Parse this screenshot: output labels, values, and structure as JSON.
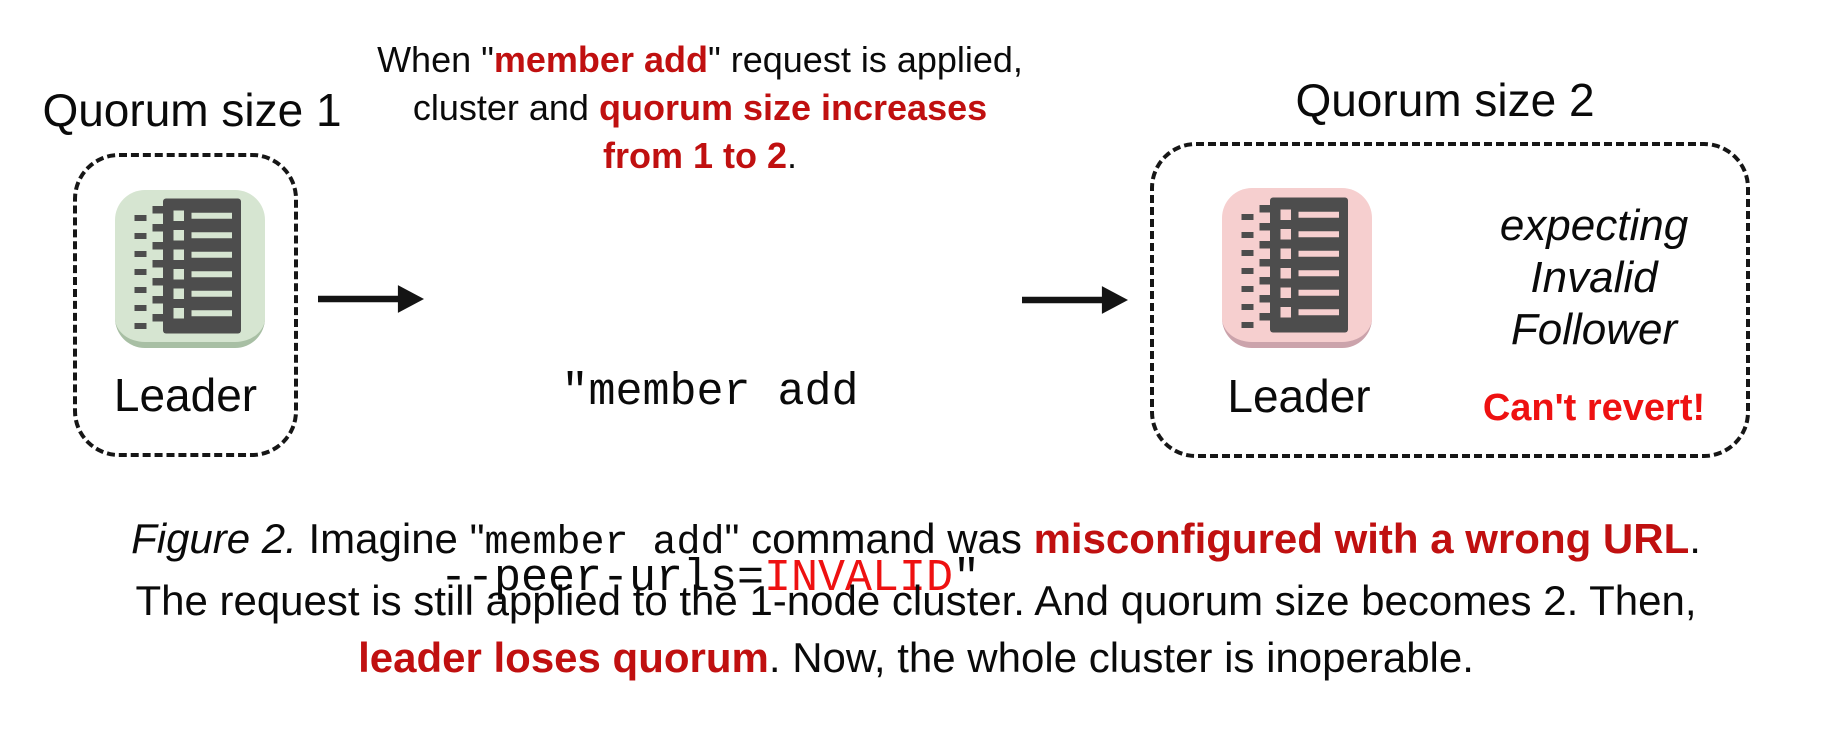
{
  "colors": {
    "text": "#0a0a0a",
    "emphasis_red": "#c01010",
    "bright_red": "#ee1111",
    "node_green_bg": "#d6e5d1",
    "node_green_edge": "#a8bfa4",
    "node_pink_bg": "#f6cfcf",
    "node_pink_edge": "#cba3ab",
    "glyph": "#4d4d4d"
  },
  "top_note": {
    "line1_prefix": "When \"",
    "line1_emphasis": "member add",
    "line1_suffix": "\" request is applied,",
    "line2_prefix": "cluster and ",
    "line2_emphasis": "quorum size increases",
    "line3_emphasis": "from 1 to 2",
    "line3_suffix": "."
  },
  "left_cluster": {
    "title": "Quorum size 1",
    "node_label": "Leader"
  },
  "command": {
    "line1": "\"member add",
    "line2_prefix": "--peer-urls=",
    "line2_highlight": "INVALID",
    "line2_suffix": "\""
  },
  "right_cluster": {
    "title": "Quorum size 2",
    "node_label": "Leader",
    "annotation_lines": [
      "expecting",
      "Invalid",
      "Follower"
    ],
    "warning": "Can't revert!"
  },
  "caption": {
    "figure_label": "Figure 2.",
    "line1_seg1": " Imagine \"",
    "line1_code": "member add",
    "line1_seg2": "\" command was ",
    "line1_emphasis": "misconfigured with a wrong URL",
    "line1_suffix": ".",
    "line2": "The request is still applied to the 1-node cluster. And quorum size becomes 2. Then,",
    "line3_emphasis": "leader loses quorum",
    "line3_suffix": ". Now, the whole cluster is inoperable."
  }
}
